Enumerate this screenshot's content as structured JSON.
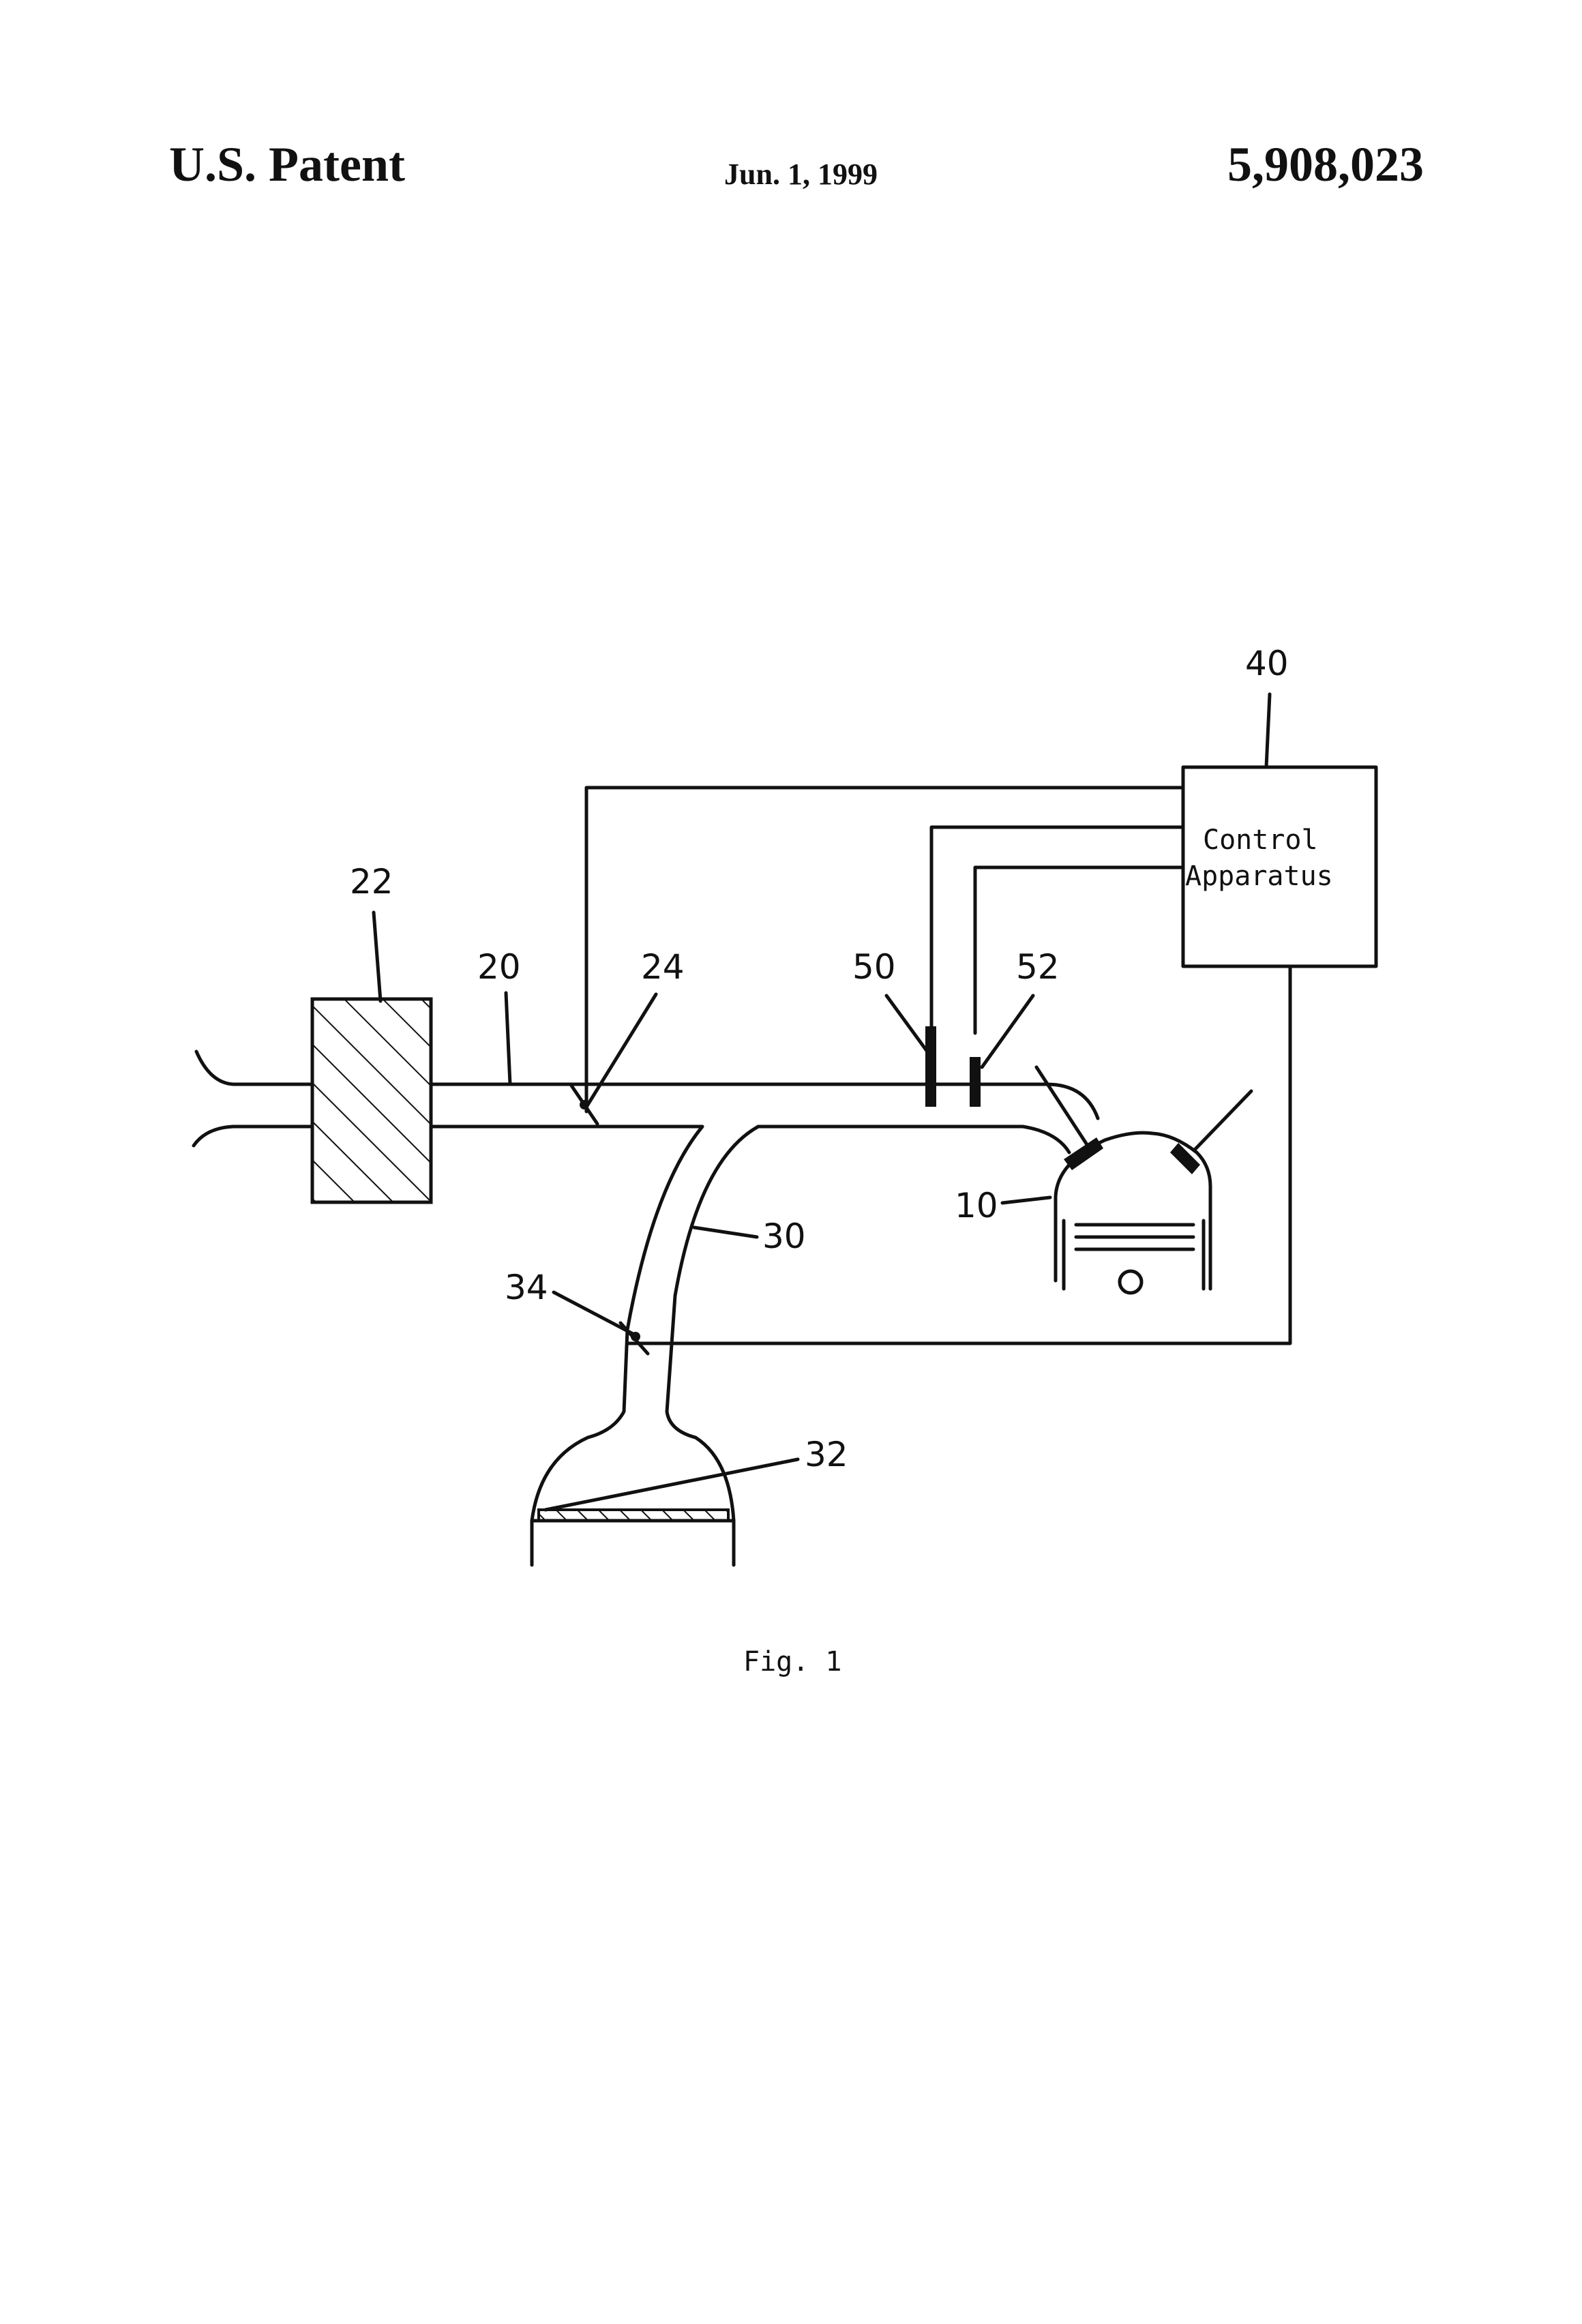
{
  "header": {
    "left": "U.S. Patent",
    "date": "Jun. 1, 1999",
    "patent_number": "5,908,023"
  },
  "figure": {
    "caption": "Fig. 1",
    "control_box": {
      "line1": "Control",
      "line2": "Apparatus"
    },
    "labels": {
      "engine": "10",
      "intake_pipe": "20",
      "filter": "22",
      "throttle": "24",
      "tank_pipe": "30",
      "canister": "32",
      "valve": "34",
      "control": "40",
      "sensor_a": "50",
      "sensor_b": "52"
    }
  }
}
